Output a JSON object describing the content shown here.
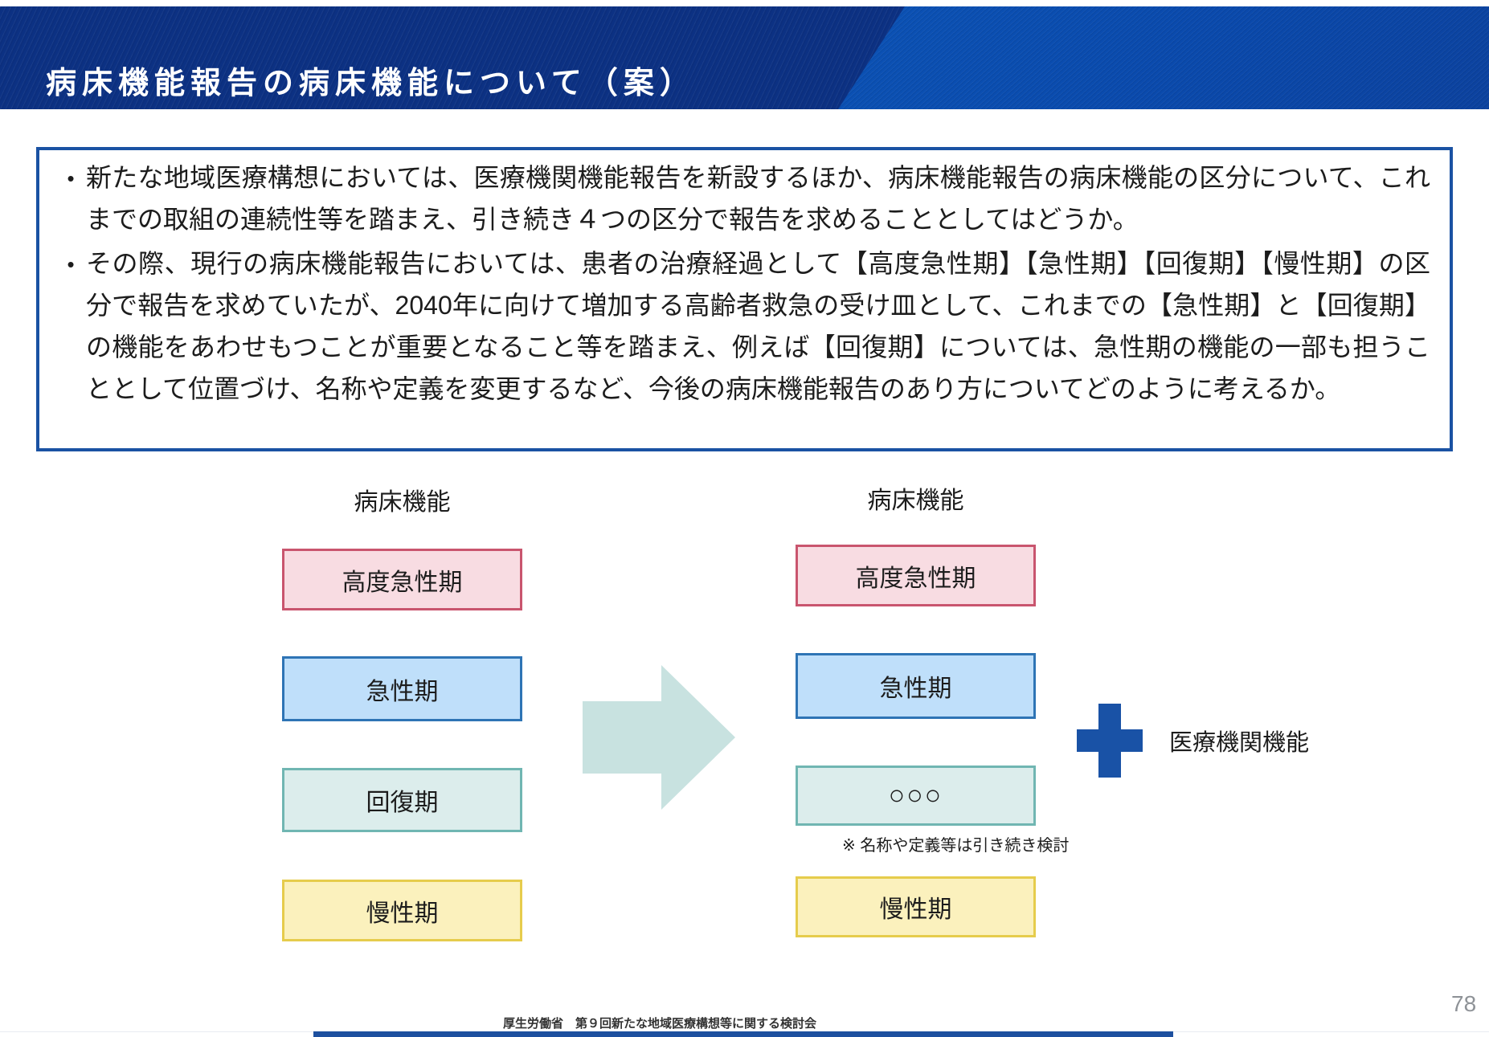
{
  "header": {
    "title": "病床機能報告の病床機能について（案）",
    "band_color": "#0c3183",
    "band_accent_color": "#0b51b4"
  },
  "question_box": {
    "border_color": "#1a52a3",
    "bullet_glyph": "•",
    "bullets": [
      "新たな地域医療構想においては、医療機関機能報告を新設するほか、病床機能報告の病床機能の区分について、これまでの取組の連続性等を踏まえ、引き続き４つの区分で報告を求めることとしてはどうか。",
      "その際、現行の病床機能報告においては、患者の治療経過として【高度急性期】【急性期】【回復期】【慢性期】の区分で報告を求めていたが、2040年に向けて増加する高齢者救急の受け皿として、これまでの【急性期】と【回復期】の機能をあわせもつことが重要となること等を踏まえ、例えば【回復期】については、急性期の機能の一部も担うこととして位置づけ、名称や定義を変更するなど、今後の病床機能報告のあり方についてどのように考えるか。"
    ]
  },
  "diagram": {
    "left_column": {
      "header": "病床機能",
      "boxes": [
        {
          "label": "高度急性期",
          "fill": "#f8dce2",
          "border": "#c9556e"
        },
        {
          "label": "急性期",
          "fill": "#bfdffa",
          "border": "#2e74b5"
        },
        {
          "label": "回復期",
          "fill": "#dcedec",
          "border": "#70b6b2"
        },
        {
          "label": "慢性期",
          "fill": "#fbf1bd",
          "border": "#e6cc4c"
        }
      ]
    },
    "right_column": {
      "header": "病床機能",
      "boxes": [
        {
          "label": "高度急性期",
          "fill": "#f8dce2",
          "border": "#c9556e"
        },
        {
          "label": "急性期",
          "fill": "#bfdffa",
          "border": "#2e74b5"
        },
        {
          "label": "○○○",
          "fill": "#dcedec",
          "border": "#70b6b2"
        },
        {
          "label": "慢性期",
          "fill": "#fbf1bd",
          "border": "#e6cc4c"
        }
      ],
      "note": "※ 名称や定義等は引き続き検討"
    },
    "arrow_color": "#c8e2e0",
    "plus": {
      "color": "#1952a6",
      "label": "医療機関機能"
    }
  },
  "footer": {
    "text": "厚生労働省　第９回新たな地域医療構想等に関する検討会",
    "page_number": "78"
  }
}
